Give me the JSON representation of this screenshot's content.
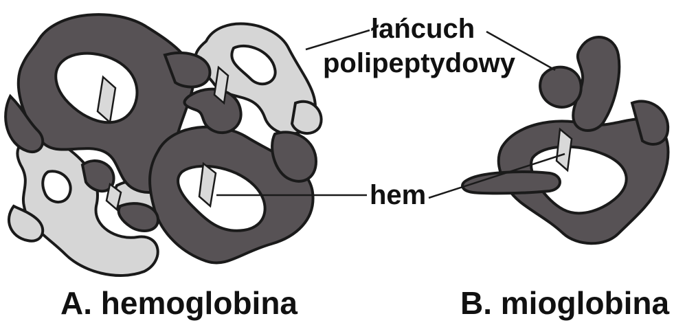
{
  "labels": {
    "chain_line1": "łańcuch",
    "chain_line2": "polipeptydowy",
    "heme": "hem"
  },
  "captions": {
    "hemoglobin": "A. hemoglobina",
    "myoglobin": "B. mioglobina"
  },
  "colors": {
    "dark_chain": "#575255",
    "light_chain": "#d6d6d6",
    "outline": "#1a1a1a",
    "background": "#ffffff"
  }
}
